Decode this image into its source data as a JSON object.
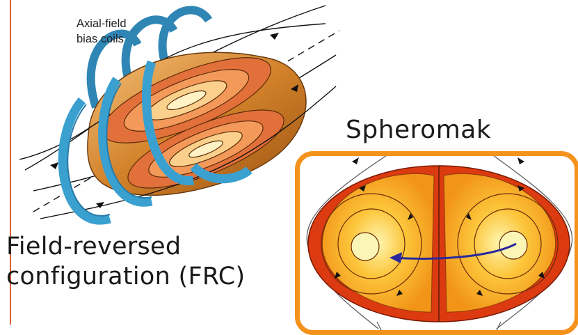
{
  "frc": {
    "coil_label_line1": "Axial-field",
    "coil_label_line2": "bias coils",
    "caption_line1": "Field-reversed",
    "caption_line2": "configuration (FRC)"
  },
  "spheromak": {
    "title": "Spheromak"
  },
  "colors": {
    "rule": "#d9623a",
    "coil": "#3aa0d0",
    "plasma_outer": "#c8741e",
    "box_border": "#f5921e",
    "spheromak_red": "#d83a10",
    "spheromak_core": "#fff4a8",
    "transfer_arrow": "#2a2a9c"
  },
  "icons": [
    "bias-coil-icon",
    "field-line-arrow-icon",
    "transfer-arrow-icon"
  ]
}
